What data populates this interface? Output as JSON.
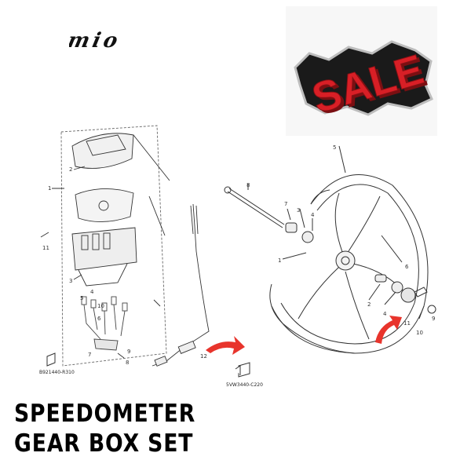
{
  "brand_logo": {
    "text": "mio"
  },
  "sale_badge": {
    "text": "SALE",
    "color": "#d81f26"
  },
  "diagram": {
    "left_assembly": {
      "callouts": [
        "1",
        "2",
        "3",
        "4",
        "5",
        "6",
        "7",
        "8",
        "9",
        "10",
        "11",
        "12"
      ],
      "reference_code": "B921440-R310"
    },
    "right_assembly": {
      "callouts": [
        "1",
        "2",
        "3",
        "4",
        "5",
        "6",
        "7",
        "8",
        "9",
        "10",
        "11"
      ],
      "reference_code": "5VW3440-C220"
    },
    "arrow_color": "#e8342c"
  },
  "product_title": {
    "line1": "SPEEDOMETER",
    "line2": "GEAR BOX SET"
  }
}
